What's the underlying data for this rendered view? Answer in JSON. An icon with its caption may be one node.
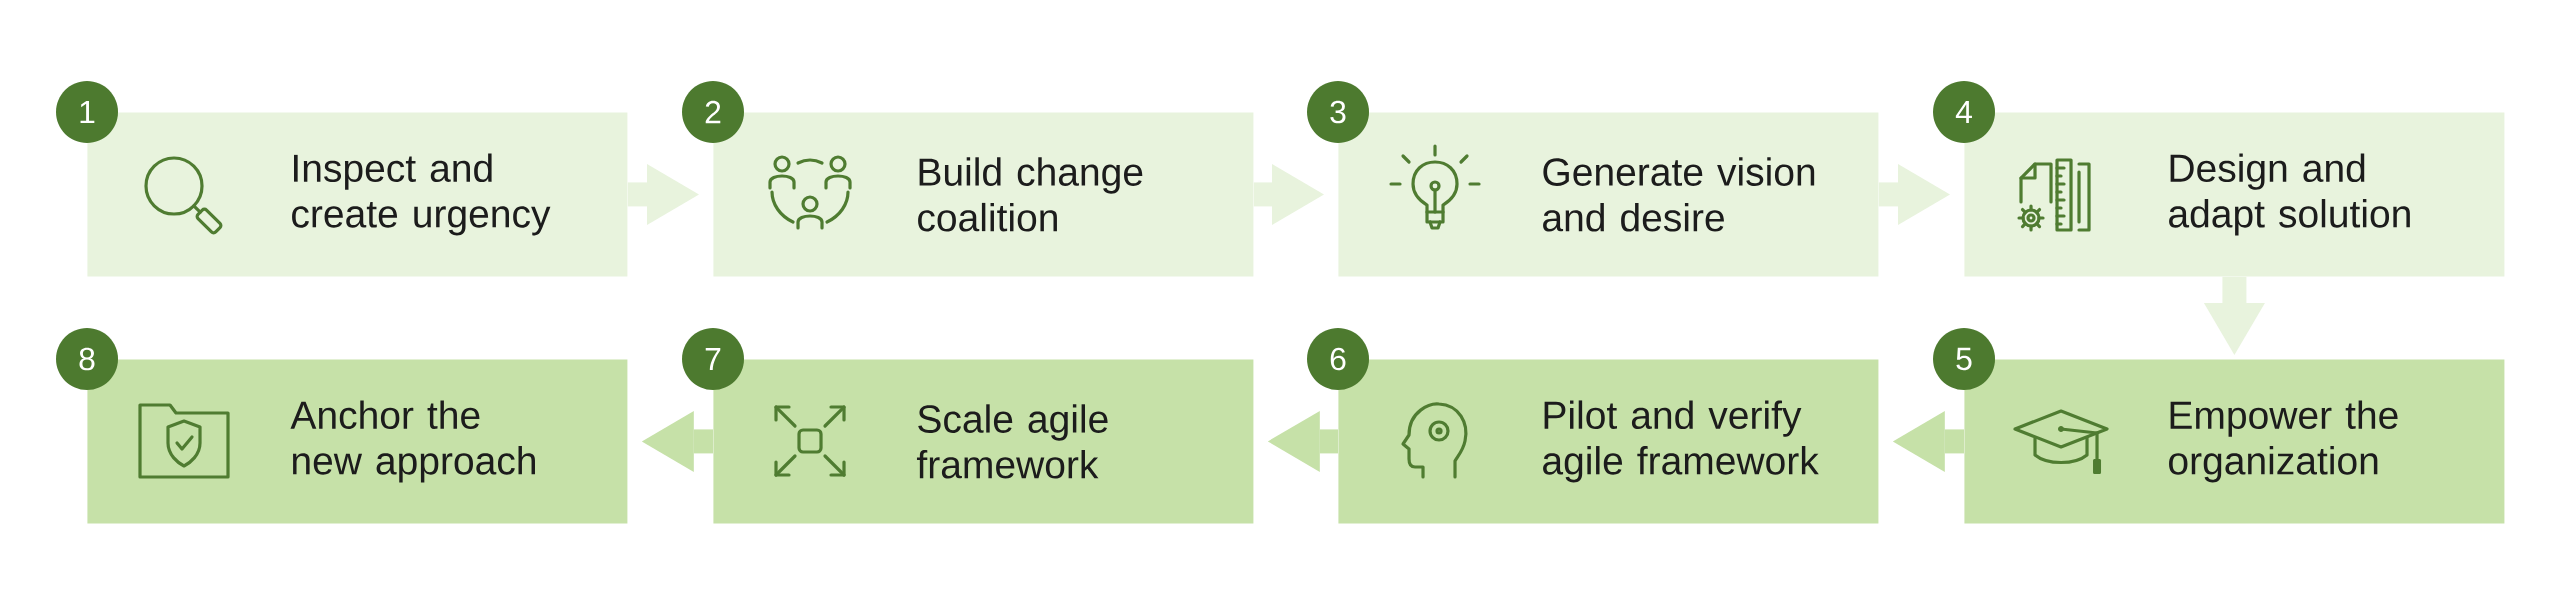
{
  "diagram": {
    "nodes": [
      {
        "text": [
          "1"
        ]
      },
      {
        "text": [
          "Inspect and create urgency"
        ]
      },
      {
        "text": [
          "2"
        ]
      },
      {
        "text": [
          "Build change coalition"
        ]
      },
      {
        "text": [
          "3"
        ]
      },
      {
        "text": [
          "Generate vision and desire"
        ]
      },
      {
        "text": [
          "4"
        ]
      },
      {
        "text": [
          "Design and adapt solution"
        ]
      },
      {
        "text": [
          "5"
        ]
      },
      {
        "text": [
          "Empower the organization"
        ]
      },
      {
        "text": [
          "6"
        ]
      },
      {
        "text": [
          "Pilot and verify agile framework"
        ]
      },
      {
        "text": [
          "7"
        ]
      },
      {
        "text": [
          "Scale agile framework"
        ]
      },
      {
        "text": [
          "8"
        ]
      },
      {
        "text": [
          "Anchor the new approach"
        ]
      }
    ],
    "edges": [
      {
        "from": 1,
        "to": 3,
        "arrow": "to"
      },
      {
        "from": 3,
        "to": 5,
        "arrow": "to"
      },
      {
        "from": 5,
        "to": 7,
        "arrow": "to"
      },
      {
        "from": 7,
        "to": 9,
        "arrow": "to"
      },
      {
        "from": 9,
        "to": 11,
        "arrow": "to",
        "color": "#c6e1a8"
      },
      {
        "from": 11,
        "to": 13,
        "arrow": "to",
        "color": "#c6e1a8"
      },
      {
        "from": 13,
        "to": 15,
        "arrow": "to",
        "color": "#c6e1a8"
      }
    ]
  }
}
